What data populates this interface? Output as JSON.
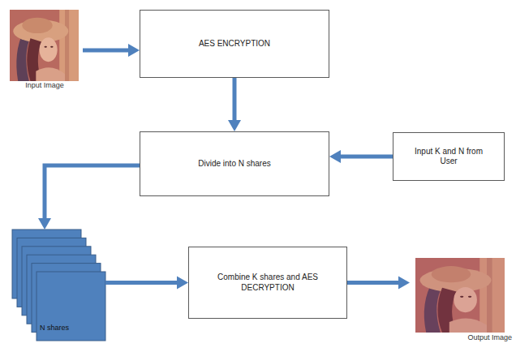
{
  "diagram": {
    "nodes": [
      {
        "text": [
          "Input Image"
        ]
      },
      {
        "text": [
          "AES ENCRYPTION"
        ]
      },
      {
        "text": [
          "Divide into N shares"
        ]
      },
      {
        "text": [
          "Input K and N from User"
        ]
      },
      {
        "text": [
          "N shares"
        ]
      },
      {
        "text": [
          "Combine K shares and AES DECRYPTION"
        ]
      },
      {
        "text": [
          "Output Image"
        ]
      }
    ],
    "edges": [
      {
        "from": 0,
        "to": 1,
        "arrow": "to"
      },
      {
        "from": 1,
        "to": 2,
        "arrow": "to"
      },
      {
        "from": 3,
        "to": 2,
        "arrow": "to"
      },
      {
        "from": 2,
        "to": 4,
        "arrow": "to"
      },
      {
        "from": 4,
        "to": 5,
        "arrow": "to"
      },
      {
        "from": 5,
        "to": 6,
        "arrow": "to"
      }
    ]
  }
}
